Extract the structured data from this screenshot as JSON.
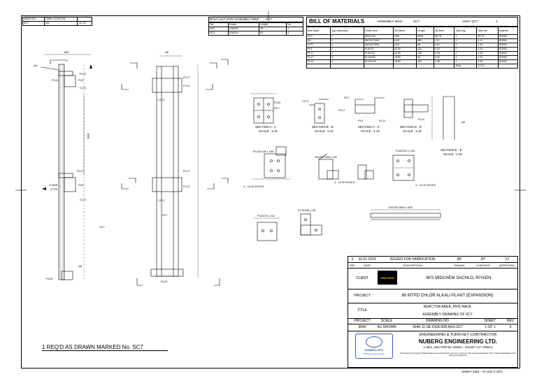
{
  "mark_table": {
    "headers": [
      "MARK NO.",
      "GRID LOCATION",
      ""
    ],
    "row": [
      "SC7",
      "6/A",
      "+6.720"
    ]
  },
  "bolt_list": {
    "title": "BOLT LIST FOR ASSEMBLY MKD :",
    "mark": "SC7",
    "headers": [
      "Dia.",
      "Grade",
      "Length",
      "No."
    ],
    "rows": [
      [
        "M12",
        "8.8#CW",
        "35",
        "4"
      ],
      [
        "M12",
        "8.8#CW",
        "40",
        "4"
      ]
    ]
  },
  "bom": {
    "title": "BILL OF MATERIALS",
    "assembly_label": "ASSEMBLY MKD :",
    "assembly_mark": "SC7",
    "qty_label": "ASSY QTY :",
    "qty": "1",
    "headers": [
      "Item Mark",
      "Qty./ Assembly",
      "Profile Size",
      "Wt./Meter",
      "Length",
      "Wt./Item",
      "Total Qty.",
      "Total Wt.",
      "Material"
    ],
    "rows": [
      [
        "SC7",
        "1",
        "ISMC100",
        "9.56",
        "2690",
        "25.76",
        "1",
        "25.76",
        "IS2062"
      ],
      [
        "A8",
        "1",
        "ISA75X75X6",
        "6.83",
        "650",
        "4.11",
        "1",
        "4.11",
        "IS2062"
      ],
      [
        "CLT1",
        "2",
        "ISA75X75X6",
        "6.83",
        "88",
        "0.61",
        "2",
        "1.61",
        "IS2062"
      ],
      [
        "PL5",
        "2",
        "PL6X75",
        "62.80",
        "110",
        "0.52",
        "2",
        "1.04",
        "IS2062"
      ],
      [
        "PL11",
        "2",
        "PL8X120",
        "62.80",
        "130",
        "0.98",
        "2",
        "1.96",
        "IS2062"
      ],
      [
        "PL17",
        "4",
        "PL10X45",
        "78.50",
        "90",
        "0.32",
        "4",
        "1.27",
        "IS2062"
      ],
      [
        "PL20",
        "1",
        "PL10X115",
        "78.50",
        "150",
        "1.35",
        "1",
        "1.35",
        "IS2062"
      ]
    ],
    "total_label": "Total",
    "total": "37.00"
  },
  "revision": {
    "row": [
      "0",
      "10.01.2024",
      "ISSUED FOR FABRICATION",
      "RP",
      "RT",
      "VJ"
    ],
    "headers": [
      "REV",
      "DATE",
      "DESCRIPTION",
      "DRAWN",
      "CHECKED",
      "APPROVED"
    ]
  },
  "title_block": {
    "client_label": "CLIENT",
    "client_logo_text": "MIDCHEM",
    "client": "M/S MIDCHEM SACHLO, RIYADH",
    "project_label": "PROJECT",
    "project": "60 MTPD CHLOR ALKALI PLANT (EXPANSION)",
    "title_label": "TITLE",
    "title_line1": "REACTOR AREA_PIPE RACK",
    "title_line2": "ASSEMBLY DRAWING OF SC7",
    "headers": [
      "PROJECT",
      "SCALE",
      "DRAWING NO.",
      "SHEET",
      "REV"
    ],
    "values": [
      "9640",
      "AS SHOWN",
      "9640-11-SE-DGA-008-ASS-SC7",
      "1 OF 1",
      "0"
    ],
    "contractor_tag": "ENGINEERING & TURN KEY CONTRACTOR",
    "contractor": "NUBERG ENGINEERING LTD.",
    "address": "A-39/1, SECTOR 68, NOIDA - 201307 U.P. (INDIA)",
    "disclaimer": "This drawing is the property of Nuberg Engineering Ltd & should be used only in reference to the contents and purpose of this company. Reproduction of this drawing is unauthorized.",
    "logo_text": "NUBERG EPC",
    "logo_sub": "Building Green Assets",
    "sheet_size": "SHEET SIZE - A3 (420 X 297)"
  },
  "note": "1 REQ'D AS DRAWN MARKED No. SC7",
  "sections": {
    "aa": "SECTION  A - A",
    "aa_scale": "SCALE - 1:10",
    "bb": "SECTION  B - B",
    "bb_scale": "SCALE - 1:10",
    "cc": "SECTION  C - C",
    "cc_scale": "SCALE - 1:10",
    "dd": "SECTION  D - D",
    "dd_scale": "SCALE - 1:10",
    "ee": "SECTION  E - E",
    "ee_scale": "SCALE - 1:10"
  },
  "callouts": {
    "a8": "A8",
    "pl17": "PL17",
    "pl11": "PL11",
    "pl5": "PL5",
    "clt1": "CLT1",
    "sc7": "SC7",
    "pl20": "PL20",
    "dim_650": "650",
    "dim_2690": "2690",
    "side3": "3 SIDE",
    "typ": "(TYP)",
    "holes": "2 - 18 Ø HOLES",
    "holes4": "4 - 14 Ø HOLES",
    "plate1": "PL10X115 x 150",
    "plate2": "PL6X75 x 110",
    "plate3": "ISA75X75X6 x 88",
    "plate4": "ISA75X75X6 x 650",
    "plate5": "PL8X120 x 130",
    "plate6": "PL10X45 x 90"
  }
}
